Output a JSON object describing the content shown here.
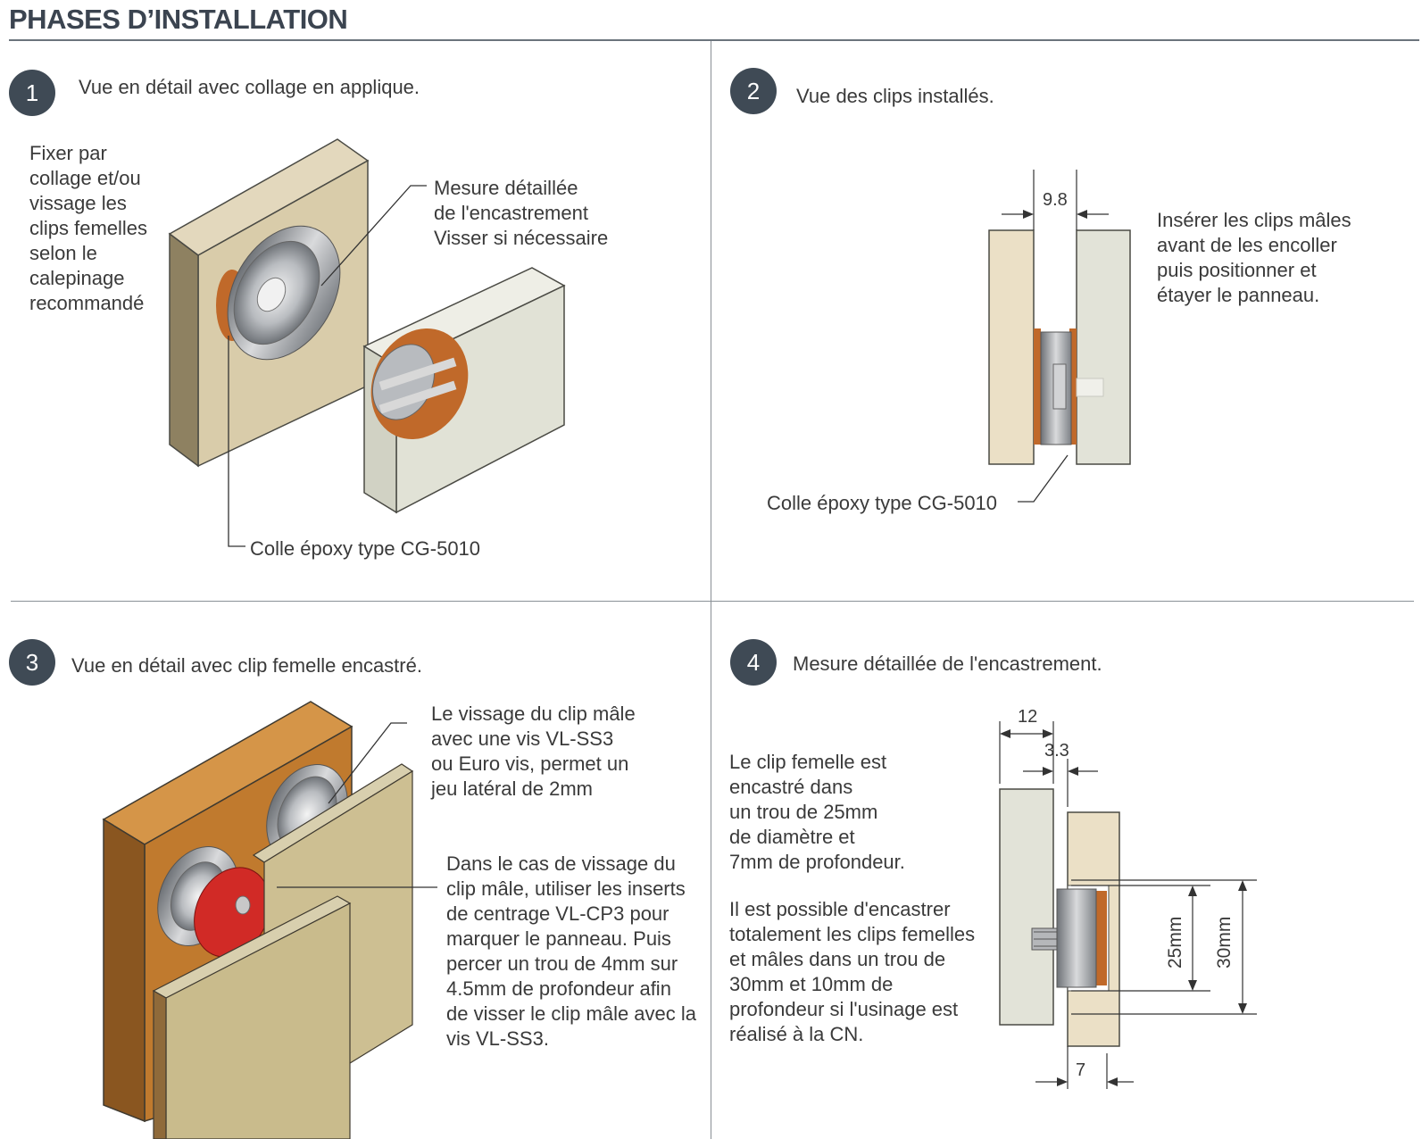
{
  "title": "PHASES D’INSTALLATION",
  "steps": [
    {
      "number": "1",
      "heading": "Vue en détail avec collage en applique.",
      "side_text": "Fixer par\ncollage et/ou\nvissage les\nclips femelles\nselon le\ncalepinage\nrecommandé",
      "callout_top": "Mesure détaillée\nde l'encastrement\nVisser si nécessaire",
      "callout_bottom": "Colle époxy type CG-5010"
    },
    {
      "number": "2",
      "heading": "Vue des clips installés.",
      "dimension": "9.8",
      "side_text": "Insérer les clips mâles\navant de les encoller\npuis positionner et\nétayer le panneau.",
      "callout_bottom": "Colle époxy type CG-5010"
    },
    {
      "number": "3",
      "heading": "Vue en détail avec clip femelle encastré.",
      "callout_top": "Le vissage du clip mâle\navec une vis VL-SS3\nou Euro vis, permet un\njeu latéral de 2mm",
      "callout_mid": "Dans le cas de vissage du\nclip mâle, utiliser les inserts\nde centrage VL-CP3 pour\nmarquer le panneau. Puis\npercer un trou de 4mm sur\n4.5mm de profondeur afin\nde visser le clip mâle avec la\nvis VL-SS3."
    },
    {
      "number": "4",
      "heading": "Mesure détaillée de l'encastrement.",
      "text_1": "Le clip femelle est\nencastré dans\nun trou de 25mm\nde diamètre et\n7mm de profondeur.",
      "text_2": "Il est possible d'encastrer\ntotalement les clips femelles\net mâles dans un trou de\n30mm et 10mm de\nprofondeur si l'usinage est\nréalisé à la CN.",
      "dim_12": "12",
      "dim_3_3": "3.3",
      "dim_7": "7",
      "dim_25": "25mm",
      "dim_30": "30mm"
    }
  ],
  "colors": {
    "badge": "#3f4a55",
    "rule": "#6b747c",
    "wood_light": "#ece3cc",
    "panel_grey": "#e2e3d8",
    "glue": "#c0692a",
    "red_insert": "#d12a26",
    "orange_wood": "#c27c2e"
  }
}
